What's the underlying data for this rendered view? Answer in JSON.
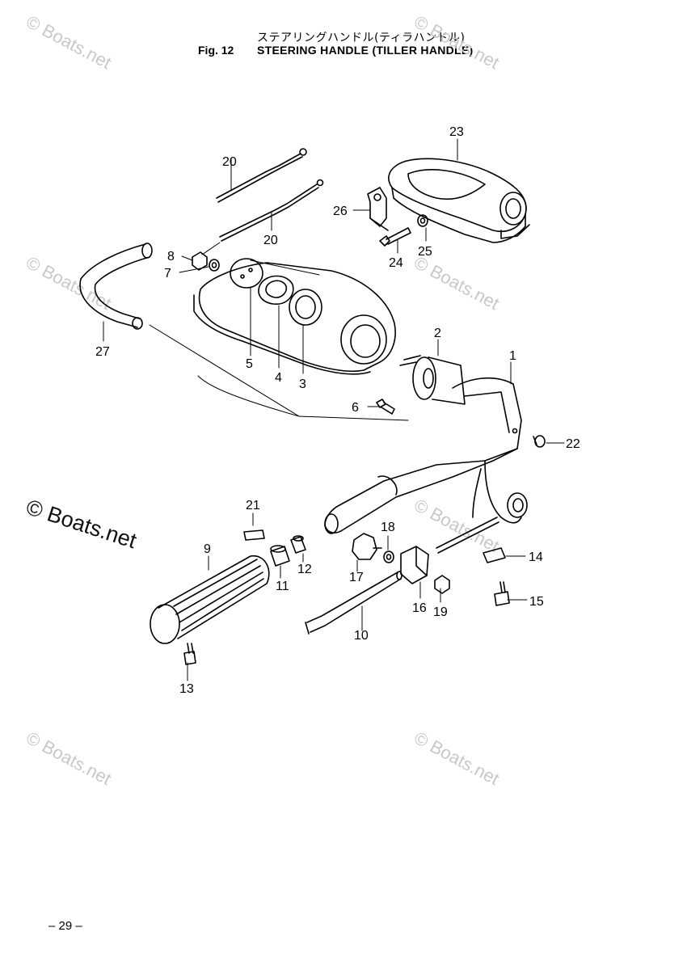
{
  "title": {
    "japanese": "ステアリングハンドル(ティラハンドル)",
    "fig": "Fig. 12",
    "english": "STEERING HANDLE (TILLER HANDLE)"
  },
  "watermark": "© Boats.net",
  "page_number": "– 29 –",
  "parts": [
    "1",
    "2",
    "3",
    "4",
    "5",
    "6",
    "7",
    "8",
    "9",
    "10",
    "11",
    "12",
    "13",
    "14",
    "15",
    "16",
    "17",
    "18",
    "19",
    "20",
    "20",
    "21",
    "22",
    "23",
    "24",
    "25",
    "26",
    "27"
  ]
}
